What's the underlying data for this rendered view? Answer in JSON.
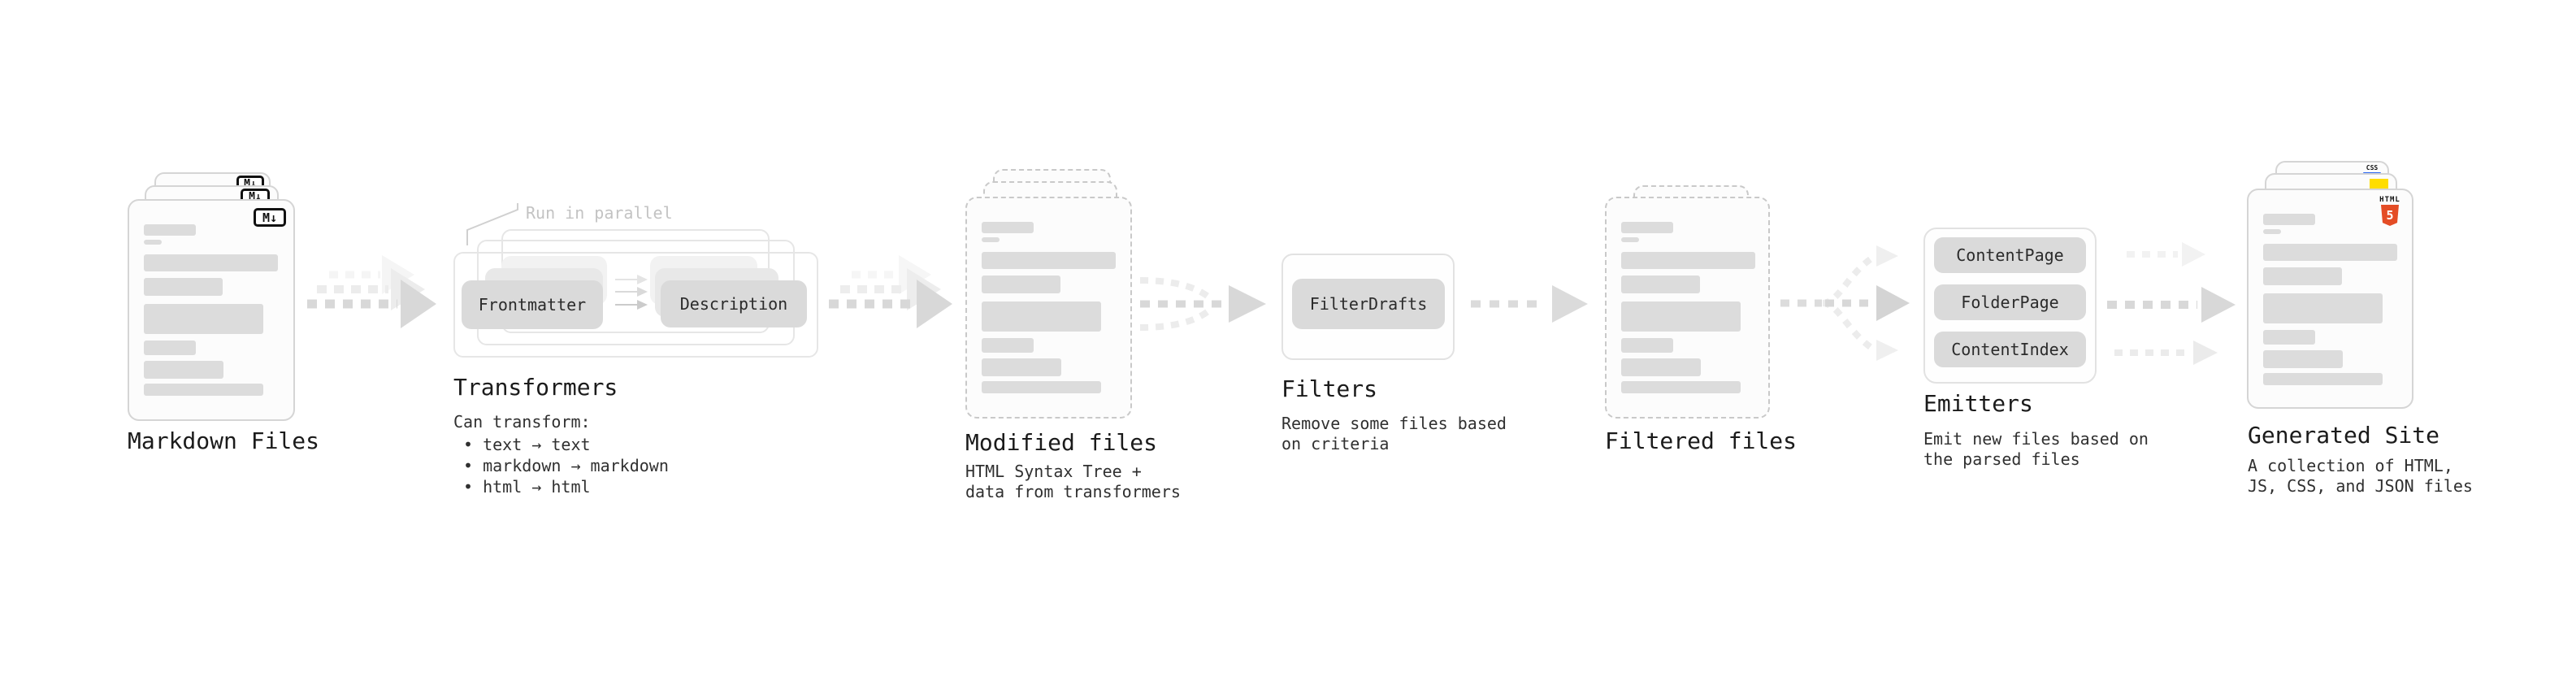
{
  "nodes": {
    "markdown_files": {
      "label": "Markdown Files",
      "badge": "M↓"
    },
    "transformers": {
      "label": "Transformers",
      "note": "Run in parallel",
      "steps": [
        "Frontmatter",
        "Description"
      ],
      "desc_heading": "Can transform:",
      "bullets": [
        "• text → text",
        "• markdown → markdown",
        "• html → html"
      ]
    },
    "modified_files": {
      "label": "Modified files",
      "desc_lines": [
        "HTML Syntax Tree +",
        "data from transformers"
      ]
    },
    "filters": {
      "label": "Filters",
      "buttons": [
        "FilterDrafts"
      ],
      "desc_lines": [
        "Remove some files based",
        "on criteria"
      ]
    },
    "filtered_files": {
      "label": "Filtered files"
    },
    "emitters": {
      "label": "Emitters",
      "buttons": [
        "ContentPage",
        "FolderPage",
        "ContentIndex"
      ],
      "desc_lines": [
        "Emit new files based on",
        "the parsed files"
      ]
    },
    "generated_site": {
      "label": "Generated Site",
      "badges": {
        "html_label": "HTML",
        "html_number": "5",
        "css": "CSS"
      },
      "desc_lines": [
        "A collection of HTML,",
        "JS, CSS, and JSON files"
      ]
    }
  },
  "colors": {
    "arrow": "#d8d8d8",
    "arrow_ghost": "#ececec",
    "chip_bg": "#dadada",
    "html5_orange": "#e44d26",
    "js_yellow": "#ffdd00",
    "css_blue": "#2965f1"
  }
}
